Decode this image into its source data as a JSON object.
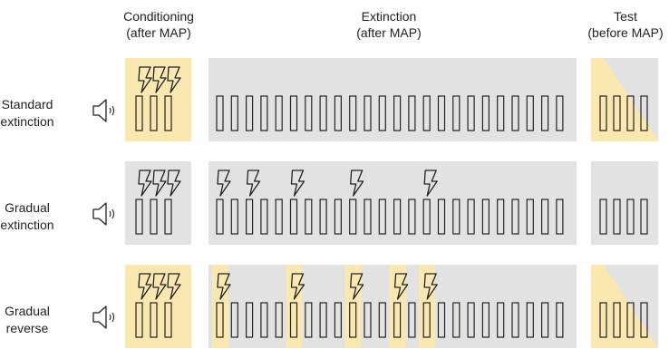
{
  "phase_headers": [
    {
      "line1": "Conditioning",
      "line2": "(after MAP)"
    },
    {
      "line1": "Extinction",
      "line2": "(after MAP)"
    },
    {
      "line1": "Test",
      "line2": "(before MAP)"
    }
  ],
  "rows": [
    {
      "label_line1": "Standard",
      "label_line2": "extinction",
      "conditioning_shocks": 3,
      "conditioning_highlighted": true,
      "extinction_trials": 24,
      "extinction_shock_trials": [],
      "extinction_highlight_trials": [],
      "test_highlight": "triangle"
    },
    {
      "label_line1": "Gradual",
      "label_line2": "extinction",
      "conditioning_shocks": 3,
      "conditioning_highlighted": false,
      "extinction_trials": 24,
      "extinction_shock_trials": [
        1,
        3,
        6,
        10,
        15
      ],
      "extinction_highlight_trials": [],
      "test_highlight": "none"
    },
    {
      "label_line1": "Gradual",
      "label_line2": "reverse",
      "conditioning_shocks": 3,
      "conditioning_highlighted": true,
      "extinction_trials": 24,
      "extinction_shock_trials": [
        1,
        6,
        10,
        13,
        15
      ],
      "extinction_highlight_trials": [
        1,
        6,
        10,
        13,
        15
      ],
      "test_highlight": "triangle"
    }
  ],
  "colors": {
    "highlight": "#fbe8b0",
    "gray": "#e2e2e2",
    "stroke": "#222222"
  },
  "icons": {
    "tone": "speaker-icon",
    "shock": "lightning-bolt-icon",
    "trial": "trial-bar"
  }
}
